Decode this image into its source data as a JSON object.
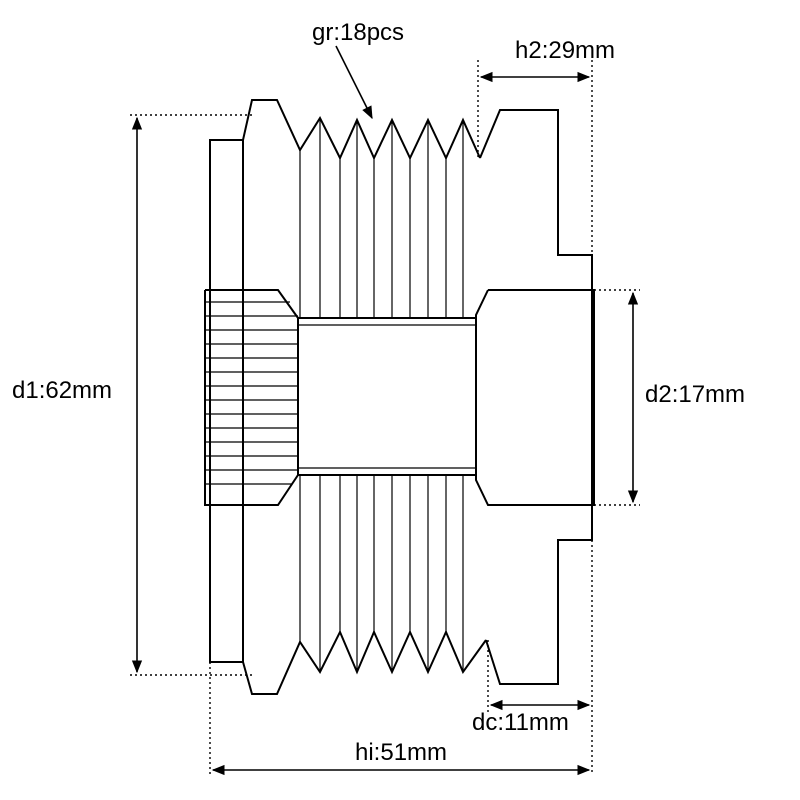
{
  "labels": {
    "grooves": "gr:18pcs",
    "h2": "h2:29mm",
    "d1": "d1:62mm",
    "d2": "d2:17mm",
    "dc": "dc:11mm",
    "hi": "hi:51mm"
  }
}
